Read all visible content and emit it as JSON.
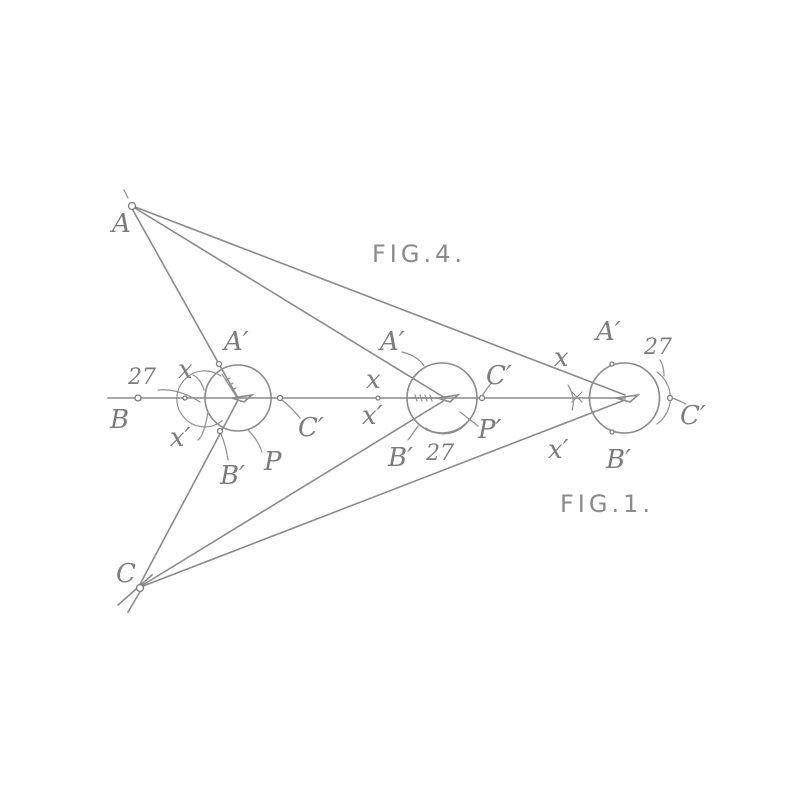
{
  "figures": {
    "fig4_caption": "FIG.4.",
    "fig1_caption": "FIG.1."
  },
  "stations": {
    "A": "A",
    "B": "B",
    "C": "C"
  },
  "left_instrument": {
    "a_prime": "A′",
    "b_prime": "B′",
    "c_prime": "C′",
    "p": "P",
    "ref_27": "27",
    "x": "x",
    "x_prime": "x′"
  },
  "middle_instrument": {
    "a_prime": "A′",
    "b_prime": "B′",
    "c_prime": "C′",
    "p_prime": "P′",
    "ref_27": "27",
    "x": "x",
    "x_prime": "x′"
  },
  "right_instrument": {
    "a_prime": "A′",
    "b_prime": "B′",
    "c_prime": "C′",
    "ref_27": "27",
    "x": "x",
    "x_prime": "x′"
  },
  "colors": {
    "ink": "#8a8a8a",
    "paper": "#ffffff"
  }
}
